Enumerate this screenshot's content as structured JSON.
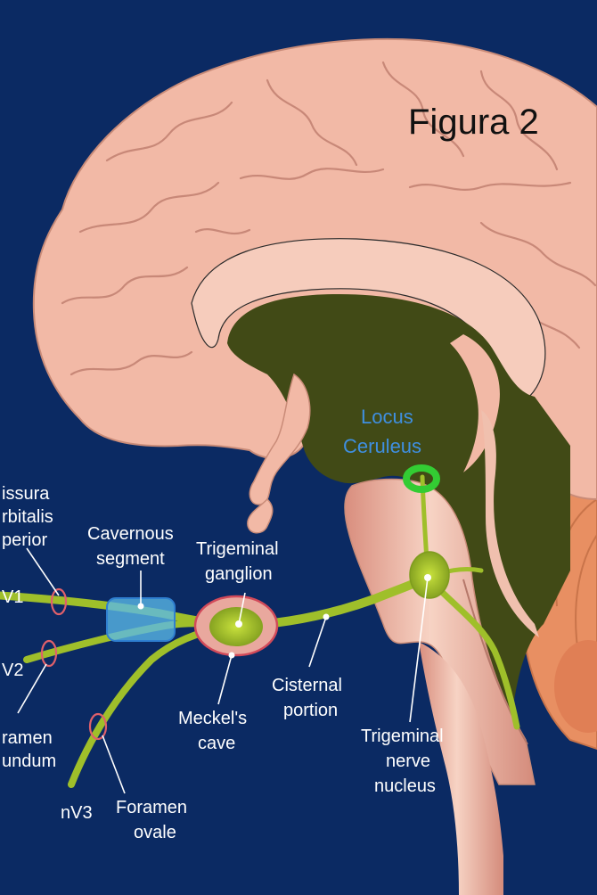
{
  "figure": {
    "title": "Figura 2",
    "labels": {
      "locus_ceruleus": [
        "Locus",
        "Ceruleus"
      ],
      "fissura": [
        "issura",
        "rbitalis",
        "perior"
      ],
      "nv1": "V1",
      "nv2": "V2",
      "nv3": "nV3",
      "foramen_rotundum": [
        "ramen",
        "undum"
      ],
      "cavernous_segment": [
        "Cavernous",
        "segment"
      ],
      "trigeminal_ganglion": [
        "Trigeminal",
        "ganglion"
      ],
      "meckels_cave": [
        "Meckel's",
        "cave"
      ],
      "cisternal_portion": [
        "Cisternal",
        "portion"
      ],
      "trigeminal_nucleus": [
        "Trigeminal",
        "nerve",
        "nucleus"
      ],
      "foramen_ovale": [
        "Foramen",
        "ovale"
      ]
    },
    "colors": {
      "background": "#0b2a63",
      "brain": "#f2b9a6",
      "ventricle": "#414a16",
      "nerve": "#9fbf2a",
      "locus_ring": "#33cc33",
      "foramen_ring": "#e0606a",
      "cavernous": "#5ab8e8",
      "label_blue": "#3f8fe0"
    }
  }
}
